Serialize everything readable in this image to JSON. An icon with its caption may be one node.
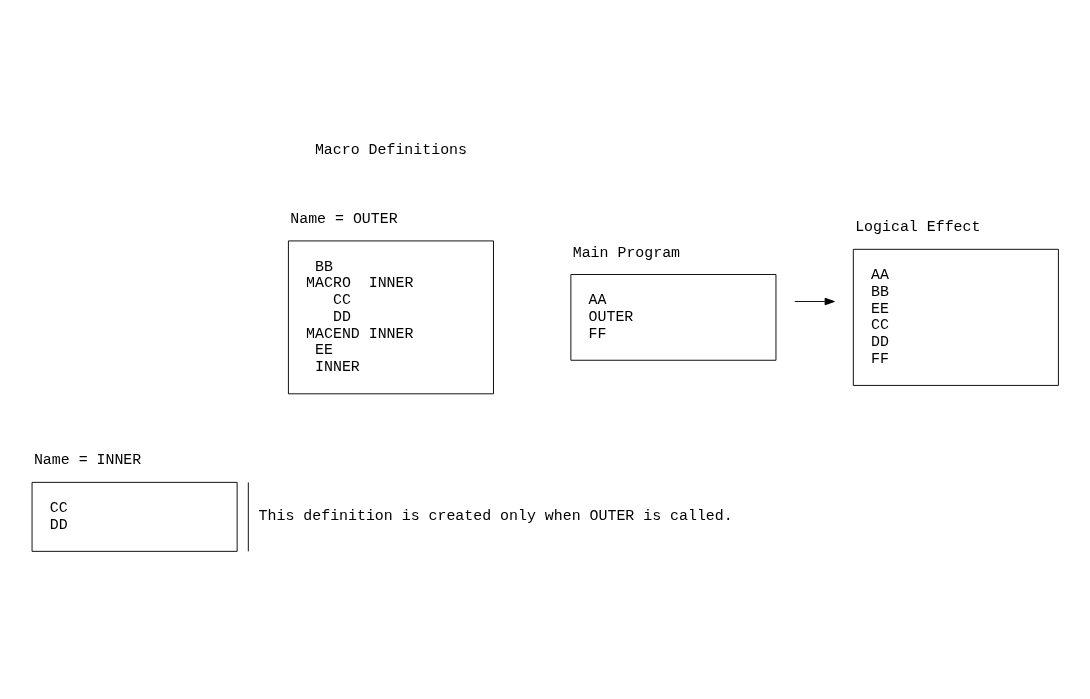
{
  "diagram": {
    "nodes": [
      {
        "text": [
          "Name = OUTER",
          " BB",
          "MACRO  INNER",
          "   CC",
          "   DD",
          "MACEND INNER",
          " EE",
          " INNER"
        ]
      },
      {
        "text": [
          "Main Program",
          "AA",
          "OUTER",
          "FF"
        ]
      },
      {
        "text": [
          "Logical Effect",
          "AA",
          "BB",
          "EE",
          "CC",
          "DD",
          "FF"
        ]
      },
      {
        "text": [
          "Name = INNER",
          "CC",
          "DD"
        ],
        "beside": [
          "This definition is created only when OUTER is called."
        ]
      }
    ],
    "edges": [
      {
        "from": 1,
        "to": 2,
        "arrow": "to"
      }
    ],
    "labels": [
      "Macro Definitions"
    ]
  }
}
